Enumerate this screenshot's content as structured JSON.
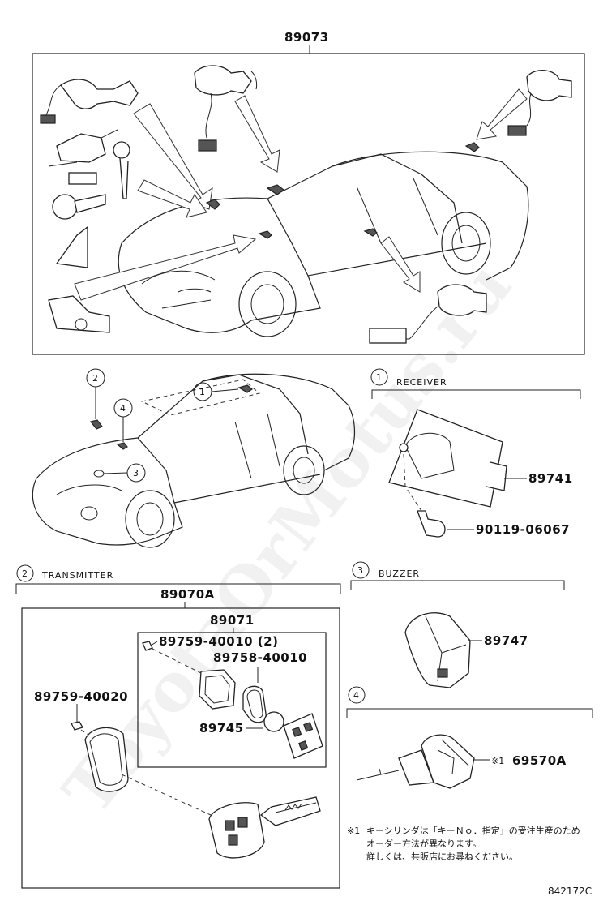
{
  "watermark": "ToyotaOrMotus.ru",
  "top": {
    "part_no": "89073"
  },
  "receiver": {
    "num": "1",
    "title": "RECEIVER",
    "part_main": "89741",
    "part_bolt": "90119-06067"
  },
  "transmitter": {
    "num": "2",
    "title": "TRANSMITTER",
    "assembly": "89070A",
    "sub_assembly": "89071",
    "screw_qty": "89759-40010 (2)",
    "cover": "89758-40010",
    "battery": "89745",
    "screw": "89759-40020"
  },
  "buzzer": {
    "num": "3",
    "title": "BUZZER",
    "part_no": "89747"
  },
  "cylinder": {
    "num": "4",
    "mark": "※1",
    "part_no": "69570A"
  },
  "car_callouts": [
    "1",
    "2",
    "3",
    "4"
  ],
  "note": {
    "mark": "※1",
    "line1": "キーシリンダは「キーＮｏ．指定」の受注生産のため",
    "line2": "オーダー方法が異なります。",
    "line3": "詳しくは、共販店にお尋ねください。"
  },
  "ref_code": "842172C"
}
